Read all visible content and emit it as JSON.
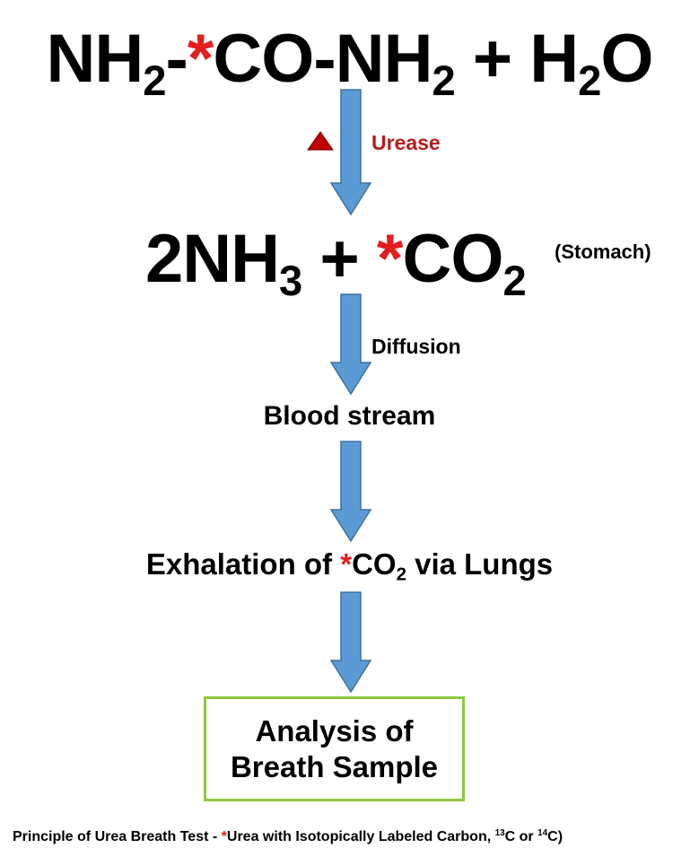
{
  "equation_top": {
    "part1": "NH",
    "sub1": "2",
    "part2": "-",
    "star": "*",
    "part3": "CO-NH",
    "sub2": "2",
    "part4": " + H",
    "sub3": "2",
    "part5": "O"
  },
  "urease_label": "Urease",
  "equation_products": {
    "part1": "2NH",
    "sub1": "3",
    "part2": " + ",
    "star": "*",
    "part3": "CO",
    "sub2": "2",
    "location": "(Stomach)"
  },
  "diffusion_label": "Diffusion",
  "blood_stream": "Blood stream",
  "exhalation": {
    "part1": "Exhalation of ",
    "star": "*",
    "part2": "CO",
    "sub": "2",
    "part3": " via Lungs"
  },
  "result_box": {
    "line1": "Analysis of",
    "line2": "Breath Sample"
  },
  "caption": {
    "part1": "Principle of Urea Breath Test - ",
    "star": "*",
    "part2": "Urea with Isotopically Labeled Carbon, ",
    "sup1": "13",
    "part3": "C or ",
    "sup2": "14",
    "part4": "C)"
  },
  "colors": {
    "arrow_fill": "#5b9bd5",
    "arrow_stroke": "#41719c",
    "star": "#e41e1e",
    "urease_text": "#b71c1c",
    "triangle": "#c00000",
    "box_border": "#8dc63f"
  }
}
